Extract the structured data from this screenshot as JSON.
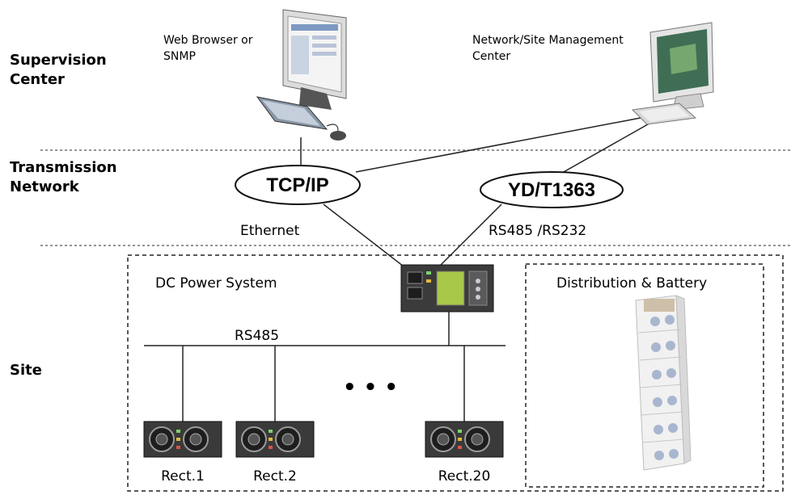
{
  "layers": {
    "supervision_line1": "Supervision",
    "supervision_line2": "Center",
    "transmission_line1": "Transmission",
    "transmission_line2": "Network",
    "site": "Site"
  },
  "pc_left": {
    "line1": "Web Browser or",
    "line2": "SNMP",
    "icon": "desktop-computer-icon"
  },
  "pc_right": {
    "line1": "Network/Site Management",
    "line2": "Center",
    "icon": "workstation-computer-icon"
  },
  "protocols": {
    "tcpip": "TCP/IP",
    "ydt": "YD/T1363"
  },
  "links": {
    "ethernet": "Ethernet",
    "rs485_rs232": "RS485 /RS232",
    "rs485_bus": "RS485"
  },
  "dc_system": {
    "title": "DC Power System",
    "controller_icon": "controller-unit-icon"
  },
  "ellipsis": "• • •",
  "rectifiers": [
    {
      "label": "Rect.1"
    },
    {
      "label": "Rect.2"
    },
    {
      "label": "Rect.20"
    }
  ],
  "distribution": {
    "title": "Distribution & Battery",
    "icon": "battery-cabinet-icon"
  }
}
